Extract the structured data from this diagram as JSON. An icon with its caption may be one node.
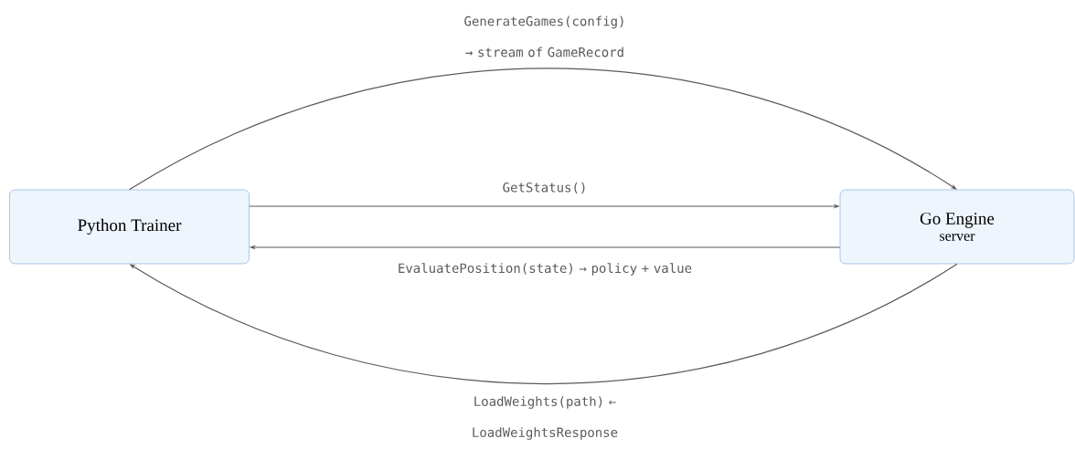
{
  "diagram": {
    "nodes": [
      {
        "text": [
          "Python Trainer"
        ]
      },
      {
        "text": [
          "Go Engine",
          "server"
        ]
      }
    ],
    "edges": [
      {
        "from": 0,
        "to": 1,
        "arrow": "to",
        "label": "GenerateGames(config) → stream of GameRecord"
      },
      {
        "from": 0,
        "to": 1,
        "arrow": "to",
        "label": "GetStatus()"
      },
      {
        "from": 1,
        "to": 0,
        "arrow": "to",
        "label": "EvaluatePosition(state) → policy + value"
      },
      {
        "from": 1,
        "to": 0,
        "arrow": "to",
        "label": "LoadWeights(path) ← LoadWeightsResponse"
      }
    ]
  }
}
